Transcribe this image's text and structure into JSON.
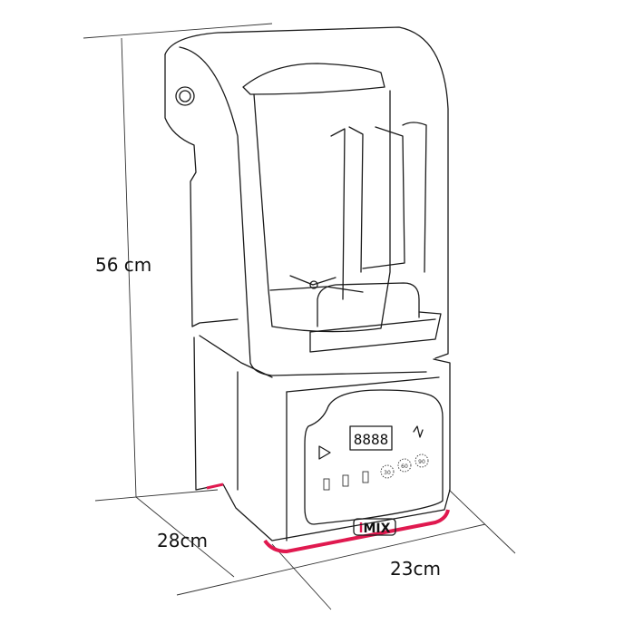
{
  "dimensions": {
    "height": "56 cm",
    "depth": "28cm",
    "width": "23cm"
  },
  "control_panel": {
    "display": "8888",
    "timer_buttons": [
      "30",
      "60",
      "90"
    ]
  },
  "brand": {
    "logo_i": "i",
    "logo_rest": "MIX"
  },
  "colors": {
    "accent_red": "#e0194f",
    "line": "#1a1a1a"
  }
}
